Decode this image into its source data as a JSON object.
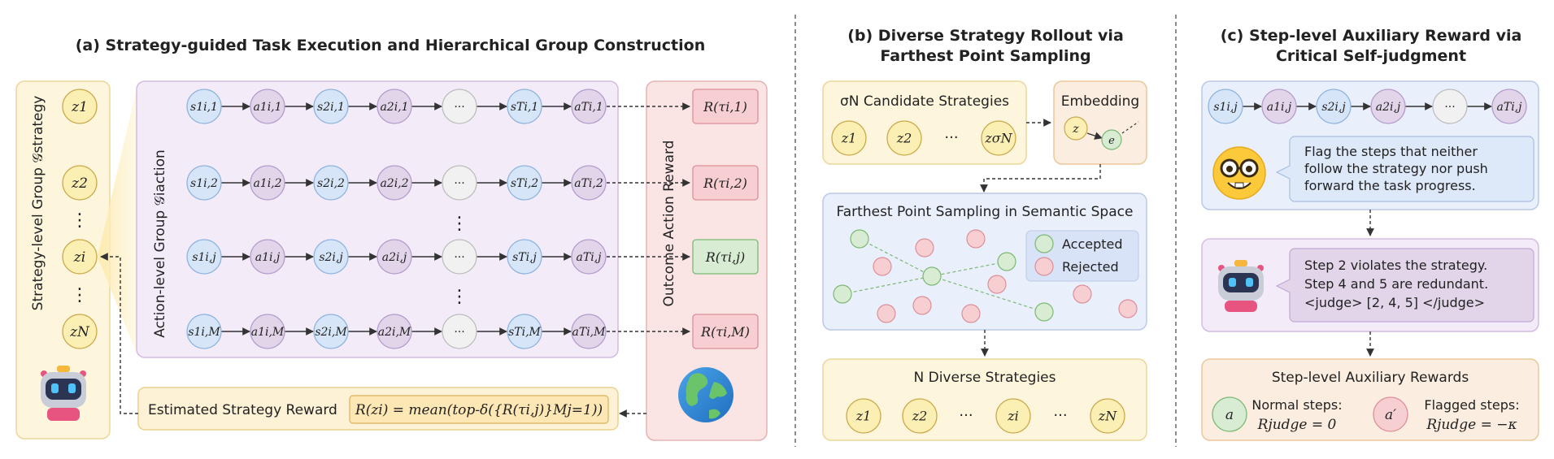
{
  "panels": {
    "a": {
      "title": "(a) Strategy-guided Task Execution and Hierarchical Group Construction",
      "strategy_group_label": "Strategy-level Group 𝒢strategy",
      "strategy_nodes": [
        "z1",
        "z2",
        "⋮",
        "zi",
        "⋮",
        "zN"
      ],
      "action_group_label": "Action-level Group 𝒢iaction",
      "action_rows": [
        {
          "nodes": [
            "s1i,1",
            "a1i,1",
            "s2i,1",
            "a2i,1",
            "···",
            "sTi,1",
            "aTi,1"
          ],
          "reward": "R(τi,1)",
          "status": "rejected"
        },
        {
          "nodes": [
            "s1i,2",
            "a1i,2",
            "s2i,2",
            "a2i,2",
            "···",
            "sTi,2",
            "aTi,2"
          ],
          "reward": "R(τi,2)",
          "status": "rejected"
        },
        {
          "nodes": [
            "s1i,j",
            "a1i,j",
            "s2i,j",
            "a2i,j",
            "···",
            "sTi,j",
            "aTi,j"
          ],
          "reward": "R(τi,j)",
          "status": "accepted"
        },
        {
          "nodes": [
            "s1i,M",
            "a1i,M",
            "s2i,M",
            "a2i,M",
            "···",
            "sTi,M",
            "aTi,M"
          ],
          "reward": "R(τi,M)",
          "status": "rejected"
        }
      ],
      "vdots": "⋮",
      "outcome_label": "Outcome Action Reward",
      "estimated_label": "Estimated Strategy Reward",
      "estimated_formula": "R(zi) = mean(top-δ({R(τi,j)}Mj=1))"
    },
    "b": {
      "title_line1": "(b) Diverse Strategy Rollout via",
      "title_line2": "Farthest Point Sampling",
      "candidates_label": "σN Candidate Strategies",
      "candidate_nodes": [
        "z1",
        "z2",
        "···",
        "zσN"
      ],
      "embedding_label": "Embedding",
      "embedding_z": "z",
      "embedding_e": "e",
      "fps_label": "Farthest Point Sampling in Semantic Space",
      "legend_accepted": "Accepted",
      "legend_rejected": "Rejected",
      "diverse_label": "N Diverse Strategies",
      "diverse_nodes": [
        "z1",
        "z2",
        "···",
        "zi",
        "···",
        "zN"
      ]
    },
    "c": {
      "title_line1": "(c) Step-level Auxiliary Reward via",
      "title_line2": "Critical Self-judgment",
      "chain_nodes": [
        "s1i,j",
        "a1i,j",
        "s2i,j",
        "a2i,j",
        "···",
        "aTi,j"
      ],
      "prompt_lines": [
        "Flag the steps that neither",
        "follow the strategy nor push",
        "forward the task progress."
      ],
      "judge_lines": [
        "Step 2 violates the strategy.",
        "Step 4 and 5 are redundant.",
        "<judge> [2, 4, 5] </judge>"
      ],
      "aux_title": "Step-level Auxiliary Rewards",
      "normal_node": "a",
      "normal_label": "Normal steps:",
      "normal_formula": "Rjudge = 0",
      "flagged_node": "a′",
      "flagged_label": "Flagged steps:",
      "flagged_formula": "Rjudge = −κ"
    }
  },
  "colors": {
    "blue_node": "#d6e6f8",
    "purple_node": "#e2d5ea",
    "gray_node": "#f1f1f1",
    "yellow_node": "#fcefb4",
    "green": "#d7ecd2",
    "red": "#f7cfd3",
    "panel_yellow": "#fdf6dd",
    "panel_purple": "#f3ebf8",
    "panel_blue": "#eaf0fb",
    "panel_peach": "#fbeee0"
  }
}
